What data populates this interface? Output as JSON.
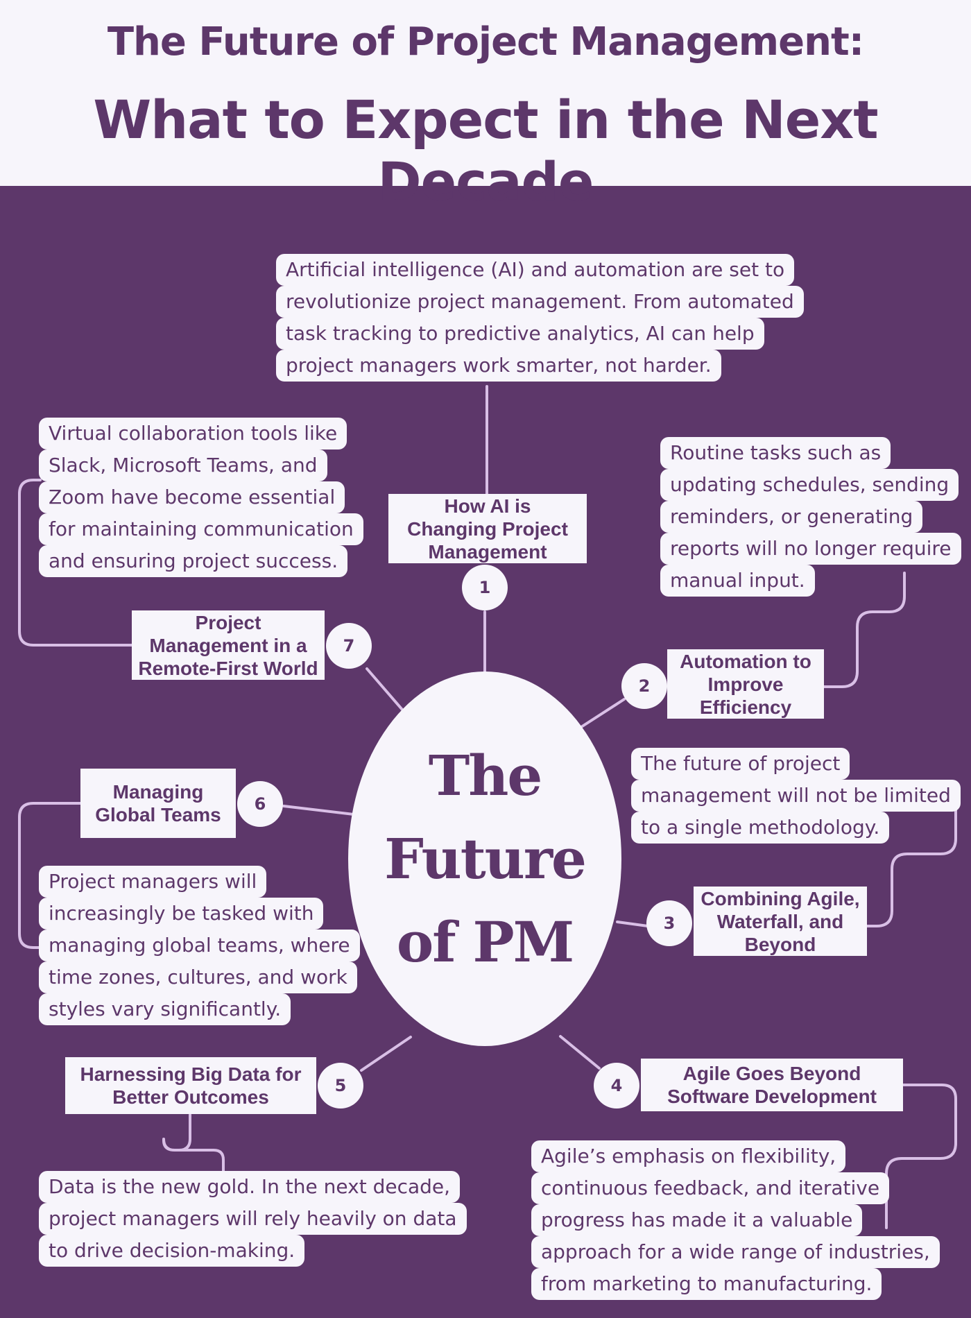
{
  "header": {
    "title_line1": "The Future of Project Management:",
    "title_line2": "What to Expect in the Next Decade"
  },
  "hub": {
    "lines": [
      "The",
      "Future",
      "of PM"
    ]
  },
  "topics": [
    {
      "number": "1",
      "label_lines": [
        "How AI is",
        "Changing Project",
        "Management"
      ],
      "description_lines": [
        "Artificial intelligence (AI) and automation are set to",
        "revolutionize project management. From automated",
        "task tracking to predictive analytics, AI can help",
        "project managers work smarter, not harder."
      ]
    },
    {
      "number": "2",
      "label_lines": [
        "Automation to",
        "Improve",
        "Efficiency"
      ],
      "description_lines": [
        "Routine tasks such as",
        "updating schedules, sending",
        "reminders, or generating",
        "reports will no longer require",
        "manual input."
      ]
    },
    {
      "number": "3",
      "label_lines": [
        "Combining Agile,",
        "Waterfall, and",
        "Beyond"
      ],
      "description_lines": [
        "The future of project",
        "management will not be limited",
        "to a single methodology."
      ]
    },
    {
      "number": "4",
      "label_lines": [
        "Agile Goes Beyond",
        "Software Development"
      ],
      "description_lines": [
        "Agile’s emphasis on flexibility,",
        "continuous feedback, and iterative",
        "progress has made it a valuable",
        "approach for a wide range of industries,",
        "from marketing to manufacturing."
      ]
    },
    {
      "number": "5",
      "label_lines": [
        "Harnessing Big Data for",
        "Better Outcomes"
      ],
      "description_lines": [
        "Data is the new gold. In the next decade,",
        "project managers will rely heavily on data",
        "to drive decision-making."
      ]
    },
    {
      "number": "6",
      "label_lines": [
        "Managing",
        "Global Teams"
      ],
      "description_lines": [
        "Project managers will",
        "increasingly be tasked with",
        "managing global teams, where",
        "time zones, cultures, and work",
        "styles vary significantly."
      ]
    },
    {
      "number": "7",
      "label_lines": [
        "Project",
        "Management in a",
        "Remote-First World"
      ],
      "description_lines": [
        "Virtual collaboration tools like",
        "Slack, Microsoft Teams, and",
        "Zoom have become essential",
        "for maintaining communication",
        "and ensuring project success."
      ]
    }
  ],
  "colors": {
    "background": "#5d376a",
    "card": "#f7f5fb",
    "connector": "#d9bfe6",
    "text": "#5d376a"
  }
}
